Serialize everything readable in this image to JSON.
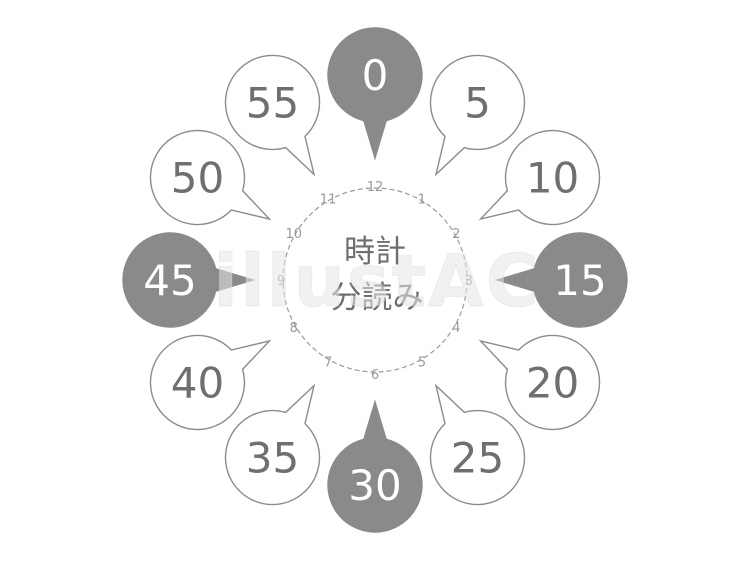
{
  "title": {
    "line1": "時計",
    "line2": "分読み"
  },
  "watermark": "illustAC",
  "colors": {
    "accent_fill": "#8a8a8a",
    "bubble_stroke": "#8c8c8c",
    "bubble_text": "#6f6f6f",
    "accent_text": "#ffffff",
    "dial": "#9a9a9a",
    "watermark": "#e6e6e6",
    "background": "#ffffff"
  },
  "dial_numbers": [
    "12",
    "1",
    "2",
    "3",
    "4",
    "5",
    "6",
    "7",
    "8",
    "9",
    "10",
    "11"
  ],
  "bubbles": [
    {
      "label": "0",
      "highlight": true
    },
    {
      "label": "5",
      "highlight": false
    },
    {
      "label": "10",
      "highlight": false
    },
    {
      "label": "15",
      "highlight": true
    },
    {
      "label": "20",
      "highlight": false
    },
    {
      "label": "25",
      "highlight": false
    },
    {
      "label": "30",
      "highlight": true
    },
    {
      "label": "35",
      "highlight": false
    },
    {
      "label": "40",
      "highlight": false
    },
    {
      "label": "45",
      "highlight": true
    },
    {
      "label": "50",
      "highlight": false
    },
    {
      "label": "55",
      "highlight": false
    }
  ]
}
